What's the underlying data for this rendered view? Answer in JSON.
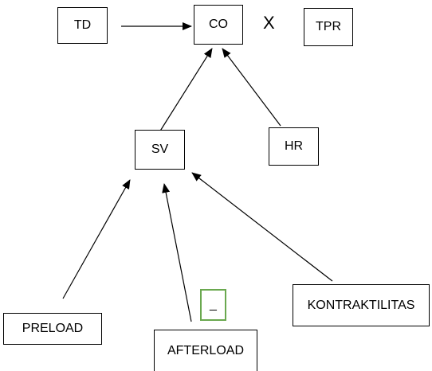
{
  "nodes": {
    "td": "TD",
    "co": "CO",
    "tpr": "TPR",
    "sv": "SV",
    "hr": "HR",
    "preload": "PRELOAD",
    "afterload": "AFTERLOAD",
    "kontraktilitas": "KONTRAKTILITAS",
    "afterload_sign": "_"
  },
  "operator": "X"
}
